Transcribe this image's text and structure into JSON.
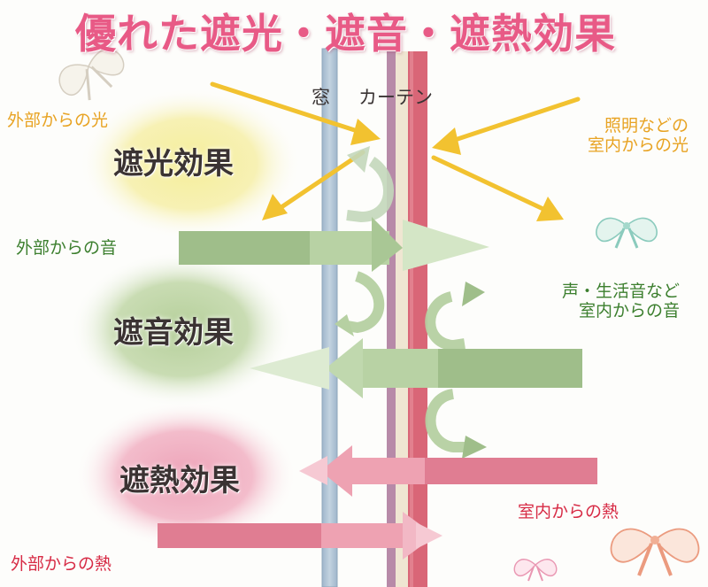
{
  "title": "優れた遮光・遮音・遮熱効果",
  "labels": {
    "window": "窓",
    "curtain": "カーテン",
    "outside_light": "外部からの光",
    "indoor_light_line1": "照明などの",
    "indoor_light_line2": "室内からの光",
    "outside_sound": "外部からの音",
    "indoor_sound_line1": "声・生活音など",
    "indoor_sound_line2": "室内からの音",
    "indoor_heat": "室内からの熱",
    "outside_heat": "外部からの熱"
  },
  "effects": {
    "light": "遮光効果",
    "sound": "遮音効果",
    "heat": "遮熱効果"
  },
  "colors": {
    "title": "#e85a86",
    "light_arrow": "#f2c230",
    "light_label": "#e8a323",
    "sound_arrow": "#9fbe8a",
    "sound_label": "#3c7f2e",
    "heat_arrow": "#e8879a",
    "heat_label": "#d72b45",
    "window_glass": "#a9bfd3",
    "curtain_pink": "#d96677",
    "curtain_lilac": "#b78aa8",
    "curtain_cream": "#efe6d2"
  },
  "decorations": [
    "ribbon-icon",
    "ribbon-icon",
    "ribbon-icon",
    "ribbon-icon"
  ]
}
